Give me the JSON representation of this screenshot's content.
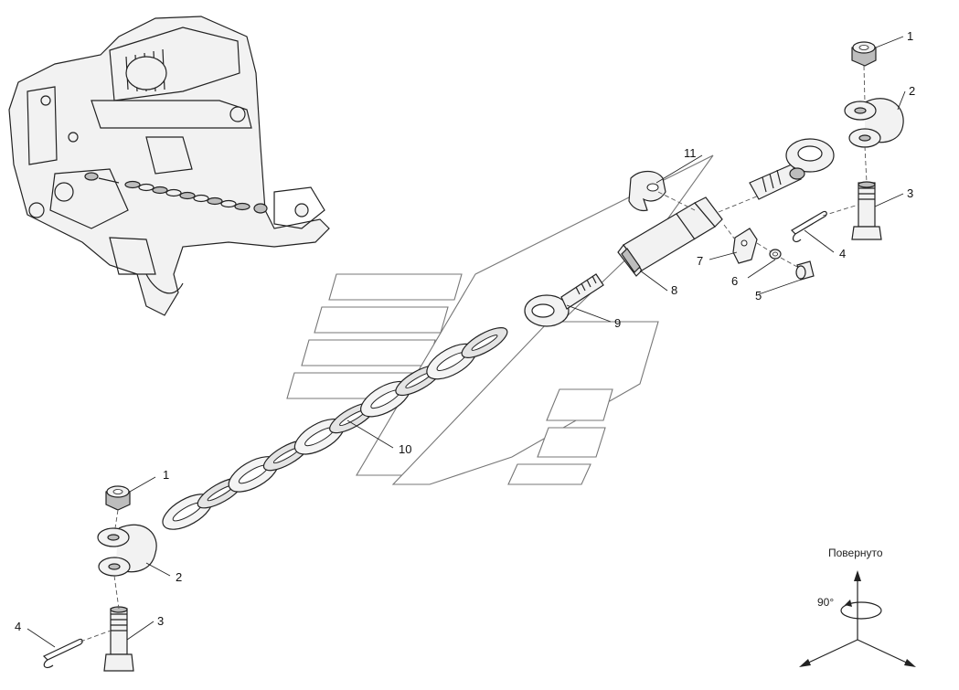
{
  "callouts": {
    "c1_top": "1",
    "c2_top": "2",
    "c3_top": "3",
    "c4_top": "4",
    "c5": "5",
    "c6": "6",
    "c7": "7",
    "c8": "8",
    "c9": "9",
    "c10": "10",
    "c11": "11",
    "c1_bottom": "1",
    "c2_bottom": "2",
    "c3_bottom": "3",
    "c4_bottom": "4"
  },
  "orientation": {
    "label": "Повернуто",
    "angle": "90°"
  },
  "colors": {
    "ink": "#222222",
    "fill_light": "#f2f2f2",
    "fill_dark": "#bdbdbd",
    "watermark": "#777777"
  }
}
